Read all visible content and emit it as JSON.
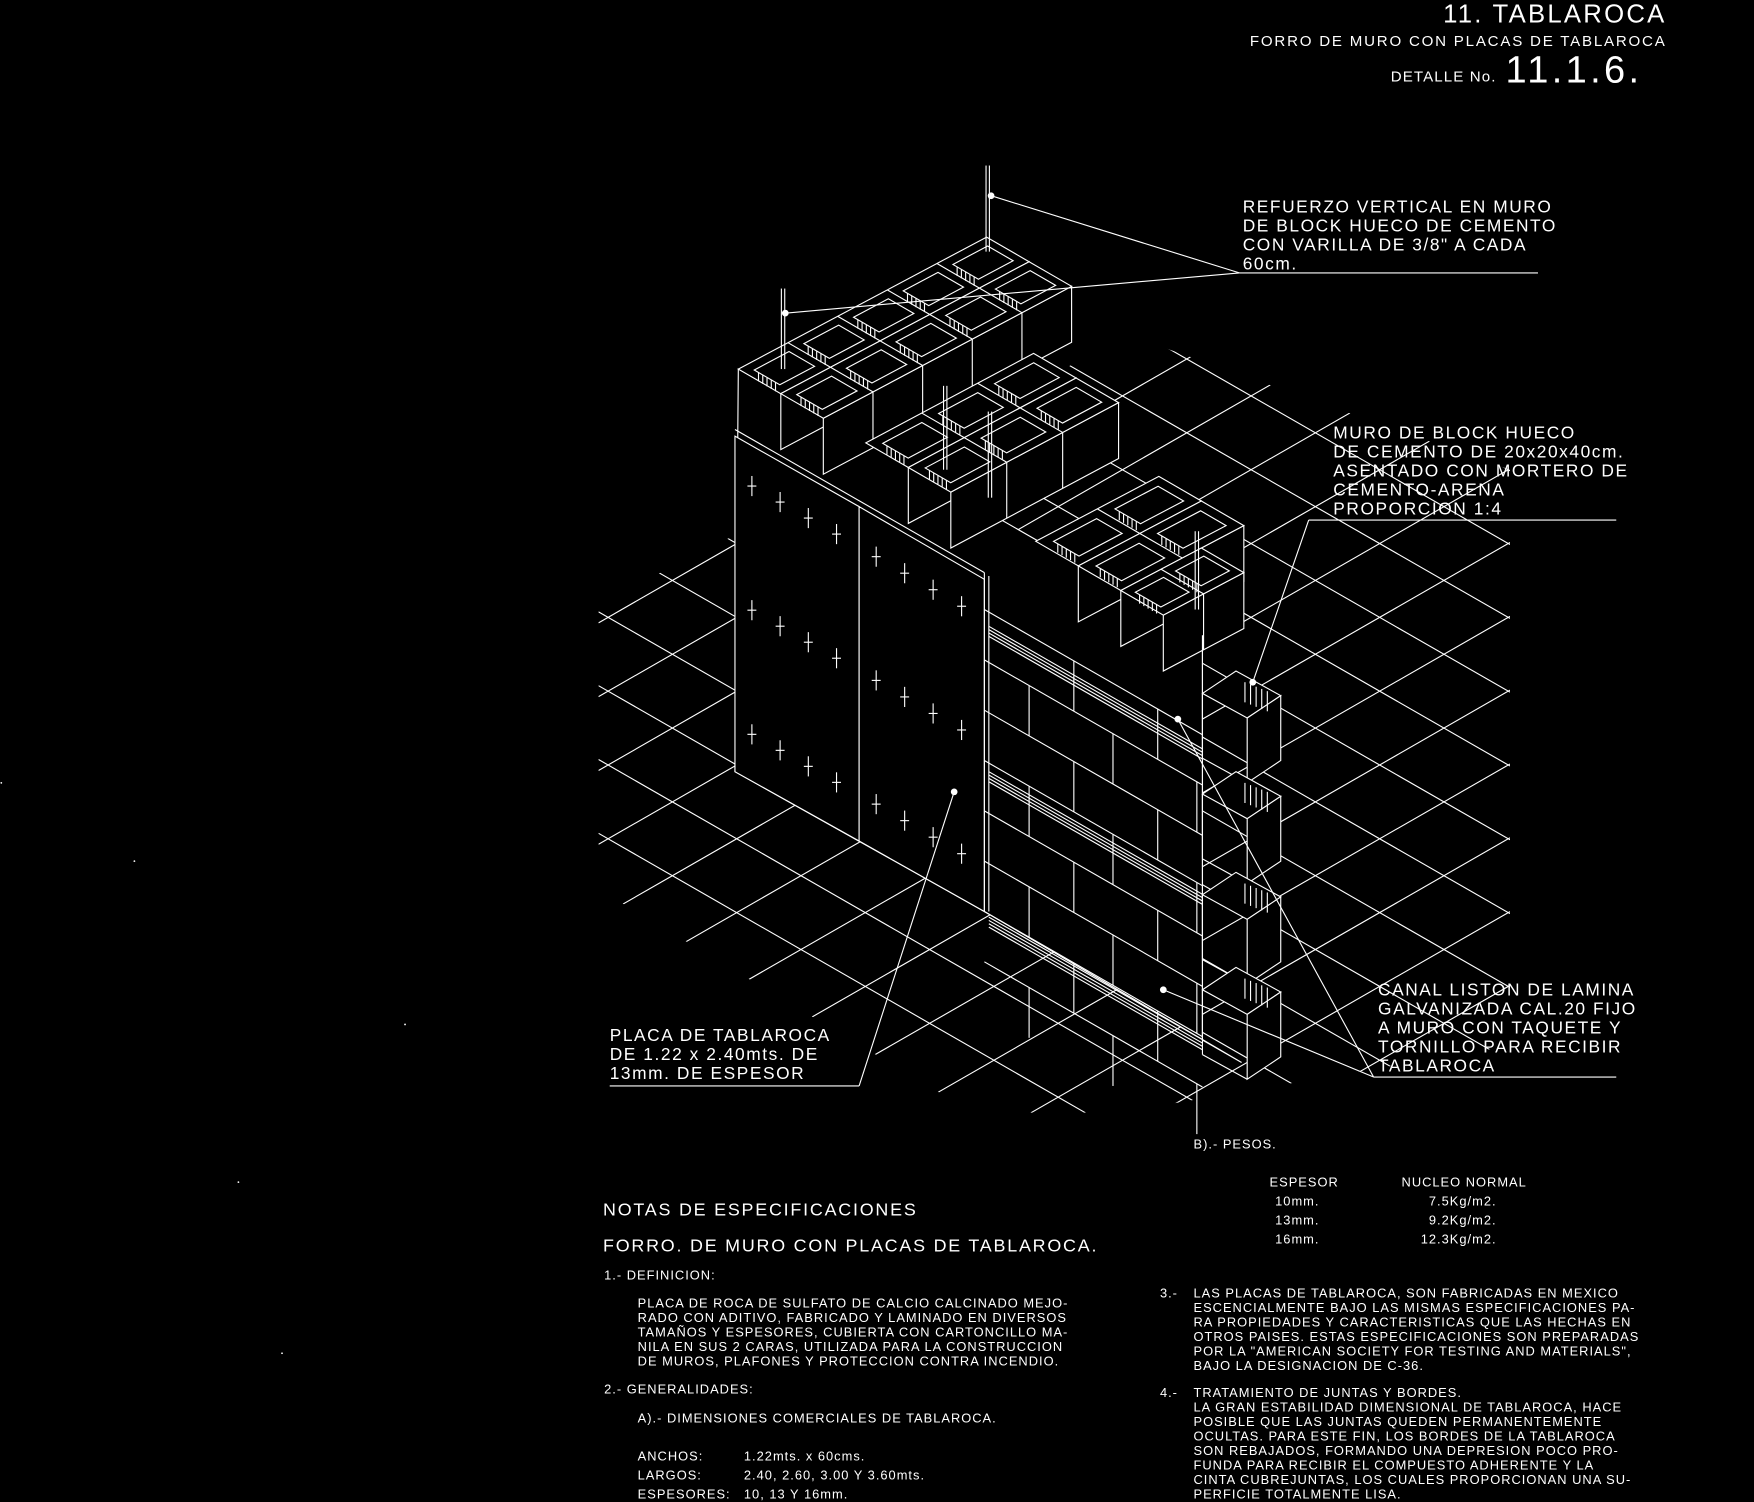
{
  "title_block": {
    "chapter": "11. TABLAROCA",
    "subtitle": "FORRO DE MURO CON PLACAS DE TABLAROCA",
    "detail_label": "DETALLE No.",
    "detail_number": "11.1.6."
  },
  "callouts": {
    "refuerzo": [
      "REFUERZO VERTICAL EN MURO",
      "DE BLOCK HUECO DE CEMENTO",
      "CON VARILLA DE 3/8\" A CADA",
      "60cm."
    ],
    "muro": [
      "MURO DE BLOCK HUECO",
      "DE CEMENTO DE 20x20x40cm.",
      "ASENTADO CON MORTERO DE",
      "CEMENTO-ARENA",
      "PROPORCION 1:4"
    ],
    "canal": [
      "CANAL LISTON DE LAMINA",
      "GALVANIZADA CAL.20 FIJO",
      "A MURO CON TAQUETE Y",
      "TORNILLO PARA RECIBIR",
      "TABLAROCA"
    ],
    "placa": [
      "PLACA DE TABLAROCA",
      "DE 1.22 x 2.40mts. DE",
      "13mm. DE ESPESOR"
    ]
  },
  "notes": {
    "heading": "NOTAS DE ESPECIFICACIONES",
    "subheading": "FORRO. DE MURO CON PLACAS DE TABLAROCA.",
    "s1_title": "1.- DEFINICION:",
    "s1_body": [
      "PLACA DE ROCA DE SULFATO DE CALCIO CALCINADO MEJO-",
      "RADO CON ADITIVO, FABRICADO Y LAMINADO EN DIVERSOS",
      "TAMAÑOS Y ESPESORES, CUBIERTA CON CARTONCILLO MA-",
      "NILA EN SUS 2 CARAS, UTILIZADA PARA LA CONSTRUCCION",
      "DE MUROS, PLAFONES Y PROTECCION CONTRA INCENDIO."
    ],
    "s2_title": "2.- GENERALIDADES:",
    "s2a_title": "A).- DIMENSIONES COMERCIALES DE TABLAROCA.",
    "dimensions": [
      {
        "label": "ANCHOS:",
        "value": "1.22mts. x 60cms."
      },
      {
        "label": "LARGOS:",
        "value": "2.40, 2.60, 3.00 Y 3.60mts."
      },
      {
        "label": "ESPESORES:",
        "value": "10, 13 Y 16mm."
      }
    ],
    "s2b_title": "B).- PESOS.",
    "weights_header": [
      "ESPESOR",
      "NUCLEO NORMAL"
    ],
    "weights": [
      [
        "10mm.",
        "7.5Kg/m2."
      ],
      [
        "13mm.",
        "9.2Kg/m2."
      ],
      [
        "16mm.",
        "12.3Kg/m2."
      ]
    ],
    "s3_num": "3.-",
    "s3_body": [
      "LAS PLACAS DE TABLAROCA, SON FABRICADAS EN MEXICO",
      "ESCENCIALMENTE BAJO LAS MISMAS ESPECIFICACIONES PA-",
      "RA PROPIEDADES Y CARACTERISTICAS QUE LAS HECHAS EN",
      "OTROS PAISES. ESTAS ESPECIFICACIONES SON PREPARADAS",
      "POR LA \"AMERICAN SOCIETY FOR TESTING AND MATERIALS\",",
      "BAJO LA DESIGNACION DE C-36."
    ],
    "s4_num": "4.-",
    "s4_body": [
      "TRATAMIENTO DE JUNTAS Y BORDES.",
      "LA GRAN ESTABILIDAD DIMENSIONAL DE TABLAROCA, HACE",
      "POSIBLE QUE LAS JUNTAS QUEDEN PERMANENTEMENTE",
      "OCULTAS. PARA ESTE FIN, LOS BORDES DE LA TABLAROCA",
      "SON REBAJADOS, FORMANDO UNA DEPRESION POCO PRO-",
      "FUNDA PARA RECIBIR EL COMPUESTO ADHERENTE Y LA",
      "CINTA CUBREJUNTAS, LOS CUALES PROPORCIONAN UNA SU-",
      "PERFICIE TOTALMENTE LISA."
    ]
  },
  "colors": {
    "background": "#000000",
    "linework": "#ffffff"
  }
}
